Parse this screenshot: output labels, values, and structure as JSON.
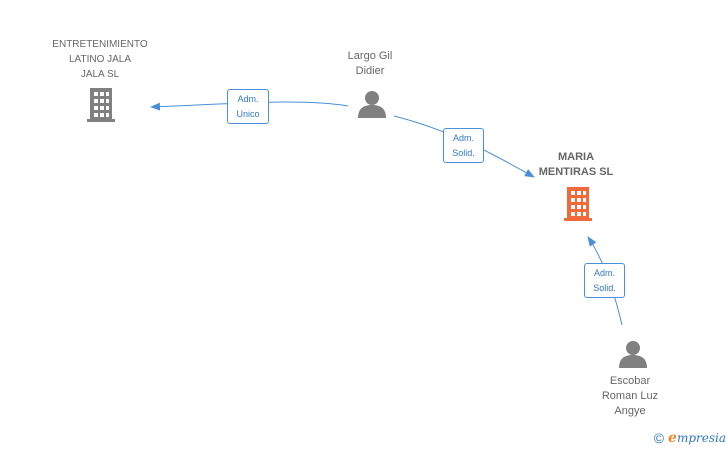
{
  "nodes": {
    "entretenimiento": {
      "label": "ENTRETENIMIENTO\nLATINO JALA\nJALA SL",
      "type": "company"
    },
    "largo_gil": {
      "label": "Largo Gil\nDidier",
      "type": "person"
    },
    "maria_mentiras": {
      "label": "MARIA\nMENTIRAS  SL",
      "type": "company-main"
    },
    "escobar": {
      "label": "Escobar\nRoman Luz\nAngye",
      "type": "person"
    }
  },
  "edges": [
    {
      "from": "Largo Gil Didier",
      "to": "ENTRETENIMIENTO LATINO JALA JALA SL",
      "label": "Adm.\nUnico"
    },
    {
      "from": "Largo Gil Didier",
      "to": "MARIA MENTIRAS  SL",
      "label": "Adm.\nSolid."
    },
    {
      "from": "Escobar Roman Luz Angye",
      "to": "MARIA MENTIRAS  SL",
      "label": "Adm.\nSolid."
    }
  ],
  "colors": {
    "edge": "#4a90d9",
    "company_icon": "#808080",
    "main_company_icon": "#f26a3a",
    "person_icon": "#808080"
  },
  "footer": {
    "copyright_symbol": "©",
    "brand_initial": "e",
    "brand_rest": "mpresia"
  }
}
